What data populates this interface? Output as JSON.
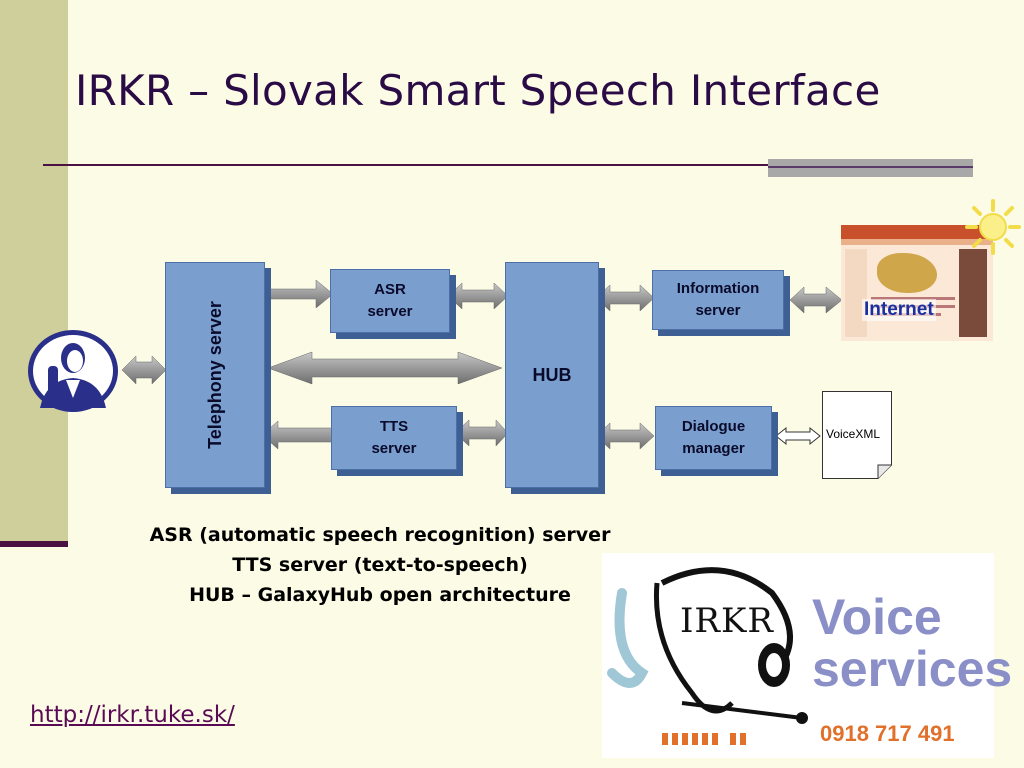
{
  "title": "IRKR – Slovak Smart Speech Interface",
  "diagram": {
    "telephony": "Telephony server",
    "asr": "ASR\nserver",
    "tts": "TTS\nserver",
    "hub": "HUB",
    "information": "Information\nserver",
    "dialogue": "Dialogue\nmanager",
    "voicexml": "VoiceXML",
    "internet": "Internet"
  },
  "legend": [
    "ASR (automatic speech recognition) server",
    "TTS server (text-to-speech)",
    "HUB – GalaxyHub open architecture"
  ],
  "link": "http://irkr.tuke.sk/",
  "voice_banner": {
    "brand": "IRKR",
    "line1": "Voice",
    "line2": "services",
    "phone": "0918 717 491"
  },
  "colors": {
    "background": "#fcfce6",
    "band": "#cfcf9c",
    "box": "#7a9fcf",
    "title": "#2a0b45"
  },
  "icons": [
    "person-phone-icon",
    "sun-icon",
    "double-arrow-icon",
    "document-icon"
  ]
}
